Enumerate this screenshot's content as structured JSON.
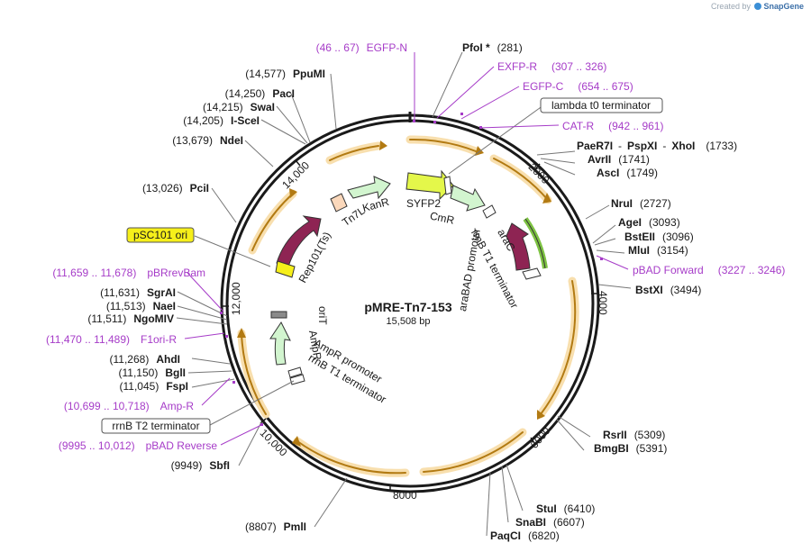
{
  "credit": {
    "prefix": "Created by",
    "brand": "SnapGene"
  },
  "plasmid": {
    "name": "pMRE-Tn7-153",
    "size": "15,508 bp"
  },
  "ticks": [
    "2000",
    "4000",
    "6000",
    "8000",
    "10,000",
    "12,000",
    "14,000"
  ],
  "features": [
    "SYFP2",
    "CmR",
    "KanR",
    "Tn7L",
    "Rep101(Ts)",
    "araC",
    "rrnB T1 terminator",
    "araBAD promoter",
    "AmpR",
    "AmpR promoter",
    "rrnB T1 terminator",
    "oriT"
  ],
  "boxed_labels": [
    "lambda t0 terminator",
    "rrnB T2 terminator",
    "pSC101 ori"
  ],
  "enzymes": [
    {
      "name": "PfoI *",
      "pos": "(281)"
    },
    {
      "name": "PaeR7I",
      "name2": "PspXI",
      "name3": "XhoI",
      "pos": "(1733)"
    },
    {
      "name": "AvrII",
      "pos": "(1741)"
    },
    {
      "name": "AscI",
      "pos": "(1749)"
    },
    {
      "name": "NruI",
      "pos": "(2727)"
    },
    {
      "name": "AgeI",
      "pos": "(3093)"
    },
    {
      "name": "BstEII",
      "pos": "(3096)"
    },
    {
      "name": "MluI",
      "pos": "(3154)"
    },
    {
      "name": "BstXI",
      "pos": "(3494)"
    },
    {
      "name": "RsrII",
      "pos": "(5309)"
    },
    {
      "name": "BmgBI",
      "pos": "(5391)"
    },
    {
      "name": "StuI",
      "pos": "(6410)"
    },
    {
      "name": "SnaBI",
      "pos": "(6607)"
    },
    {
      "name": "PaqCI",
      "pos": "(6820)"
    },
    {
      "name": "PmlI",
      "pos": "(8807)"
    },
    {
      "name": "SbfI",
      "pos": "(9949)"
    },
    {
      "name": "FspI",
      "pos": "(11,045)"
    },
    {
      "name": "BglI",
      "pos": "(11,150)"
    },
    {
      "name": "AhdI",
      "pos": "(11,268)"
    },
    {
      "name": "NgoMIV",
      "pos": "(11,511)"
    },
    {
      "name": "NaeI",
      "pos": "(11,513)"
    },
    {
      "name": "SgrAI",
      "pos": "(11,631)"
    },
    {
      "name": "PciI",
      "pos": "(13,026)"
    },
    {
      "name": "NdeI",
      "pos": "(13,679)"
    },
    {
      "name": "I-SceI",
      "pos": "(14,205)"
    },
    {
      "name": "SwaI",
      "pos": "(14,215)"
    },
    {
      "name": "PacI",
      "pos": "(14,250)"
    },
    {
      "name": "PpuMI",
      "pos": "(14,577)"
    }
  ],
  "primers": [
    {
      "range": "(46 .. 67)",
      "name": "EGFP-N"
    },
    {
      "name": "EXFP-R",
      "range": "(307 .. 326)"
    },
    {
      "name": "EGFP-C",
      "range": "(654 .. 675)"
    },
    {
      "name": "CAT-R",
      "range": "(942 .. 961)"
    },
    {
      "name": "pBAD Forward",
      "range": "(3227 .. 3246)"
    },
    {
      "range": "(11,659 .. 11,678)",
      "name": "pBRrevBam"
    },
    {
      "range": "(11,470 .. 11,489)",
      "name": "F1ori-R"
    },
    {
      "range": "(10,699 .. 10,718)",
      "name": "Amp-R"
    },
    {
      "range": "(9995 .. 10,012)",
      "name": "pBAD Reverse"
    }
  ],
  "colors": {
    "backbone": "#1a1a1a",
    "orf_arrow": "#e6a92e",
    "orf_halo": "#f8dfae",
    "resistance": "#d2f5cf",
    "rep": "#8e2453",
    "promoter": "#8e2453",
    "syfp2": "#e4f74a",
    "primer": "#a63cc8",
    "araC_highlight": "#7dc242",
    "pSC101": "#f6ef1a",
    "tn7l": "#fbd8bb"
  }
}
